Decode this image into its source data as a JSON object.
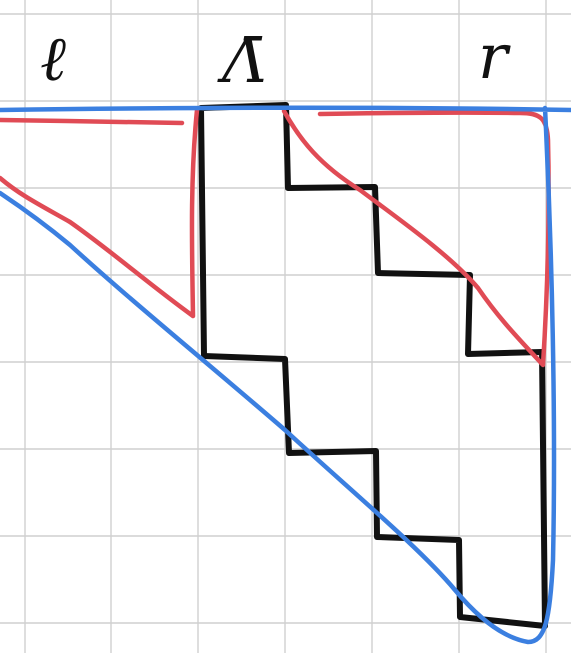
{
  "labels": {
    "left": "ℓ",
    "middle": "Λ̄",
    "right": "r"
  },
  "colors": {
    "background": "#ffffff",
    "grid": "#cfcfcf",
    "ink_black": "#111111",
    "ink_red": "#e04b55",
    "ink_blue": "#3b7fe0"
  },
  "strokes": {
    "black_staircase": "staircase-outline",
    "red_left": "left-triangle",
    "red_right": "right-curved-region",
    "blue_outline": "large-triangle-outline"
  }
}
